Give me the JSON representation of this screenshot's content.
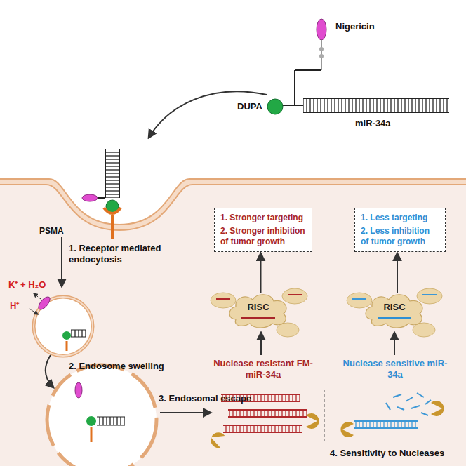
{
  "diagram": {
    "nodes": [
      {
        "text": [
          "1. Stronger targeting",
          "2. Stronger inhibition of tumor growth"
        ]
      },
      {
        "text": [
          "1. Less targeting",
          "2. Less inhibition of tumor growth"
        ]
      },
      {
        "text": [
          "RISC"
        ]
      },
      {
        "text": [
          "RISC"
        ]
      }
    ],
    "edges": [
      {
        "from": 2,
        "to": 0,
        "arrow": "to"
      },
      {
        "from": 3,
        "to": 1,
        "arrow": "to"
      }
    ],
    "labels": [
      "Nigericin",
      "DUPA",
      "miR-34a",
      "PSMA",
      "1. Receptor mediated endocytosis",
      "K⁺ + H₂O",
      "H⁺",
      "2. Endosome swelling",
      "3. Endosomal escape",
      "Nuclease resistant FM-miR-34a",
      "Nuclease sensitive miR-34a",
      "4. Sensitivity to Nucleases"
    ]
  }
}
